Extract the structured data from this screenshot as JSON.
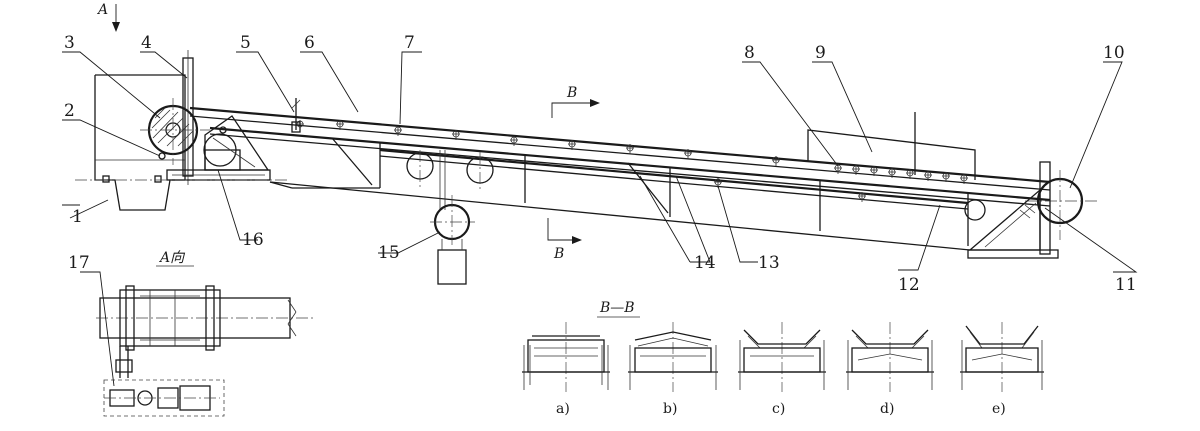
{
  "callouts": [
    "1",
    "2",
    "3",
    "4",
    "5",
    "6",
    "7",
    "8",
    "9",
    "10",
    "11",
    "12",
    "13",
    "14",
    "15",
    "16",
    "17"
  ],
  "view_labels": {
    "a_arrow": "A",
    "b_top": "B",
    "b_bottom": "B",
    "a_view": "A向",
    "section": "B—B"
  },
  "section_captions": [
    "a)",
    "b)",
    "c)",
    "d)",
    "e)"
  ]
}
